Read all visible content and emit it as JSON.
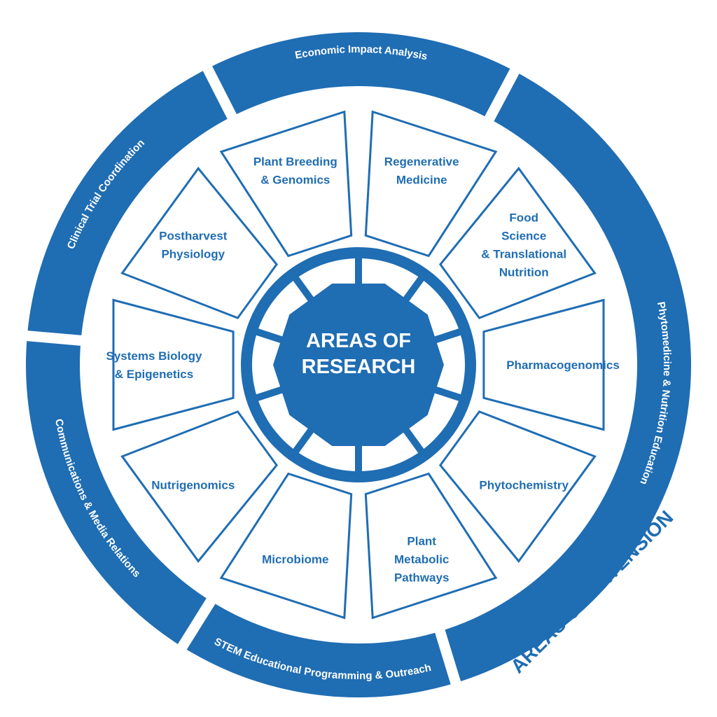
{
  "center": {
    "line1": "AREAS OF",
    "line2": "RESEARCH"
  },
  "research_areas": [
    {
      "lines": [
        "Regenerative",
        "Medicine"
      ]
    },
    {
      "lines": [
        "Food",
        "Science",
        "& Translational",
        "Nutrition"
      ]
    },
    {
      "lines": [
        "Pharmacogenomics"
      ]
    },
    {
      "lines": [
        "Phytochemistry"
      ]
    },
    {
      "lines": [
        "Plant",
        "Metabolic",
        "Pathways"
      ]
    },
    {
      "lines": [
        "Microbiome"
      ]
    },
    {
      "lines": [
        "Nutrigenomics"
      ]
    },
    {
      "lines": [
        "Systems Biology",
        "& Epigenetics"
      ]
    },
    {
      "lines": [
        "Postharvest",
        "Physiology"
      ]
    },
    {
      "lines": [
        "Plant Breeding",
        "& Genomics"
      ]
    }
  ],
  "extension_areas": [
    {
      "label": "Economic Impact Analysis"
    },
    {
      "label": "Phytomedicine & Nutrition Education"
    },
    {
      "label": "STEM Educational Programming & Outreach"
    },
    {
      "label": "Communications & Media Relations"
    },
    {
      "label": "Clinical Trial Coordination"
    }
  ],
  "extension_title": "AREAS OF EXTENSION",
  "colors": {
    "primary": "#1f6db3",
    "background": "#ffffff"
  }
}
